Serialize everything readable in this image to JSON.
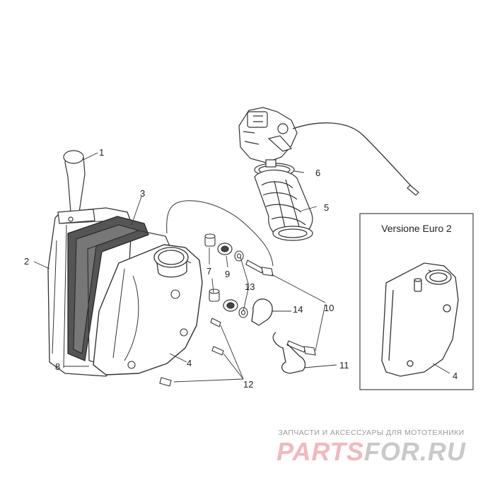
{
  "inset": {
    "title": "Versione Euro 2"
  },
  "callouts": {
    "c1": "1",
    "c2": "2",
    "c3": "3",
    "c4": "4",
    "c4b": "4",
    "c5": "5",
    "c6": "6",
    "c7": "7",
    "c8": "8",
    "c9": "9",
    "c10": "10",
    "c11": "11",
    "c12": "12",
    "c13": "13",
    "c14": "14"
  },
  "watermark": {
    "tagline": "ЗАПЧАСТИ И АКСЕССУАРЫ ДЛЯ МОТОТЕХНИКИ",
    "logo_part1": "PARTS",
    "logo_part2": "FOR.RU"
  },
  "colors": {
    "line": "#333333",
    "filter": "#555555",
    "watermark_pink": "#f2b8bc"
  }
}
